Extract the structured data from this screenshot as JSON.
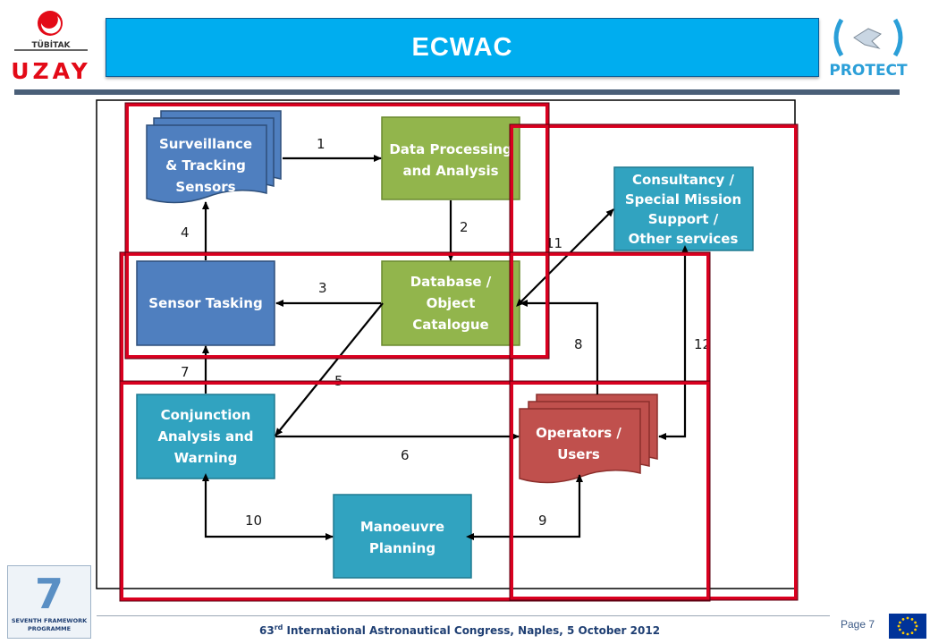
{
  "header": {
    "title": "ECWAC"
  },
  "logos": {
    "tubitak_top": "TÜBİTAK",
    "tubitak_main": "UZAY",
    "protect": "PROTECT",
    "fp7_line1": "SEVENTH FRAMEWORK",
    "fp7_line2": "PROGRAMME",
    "fp7_mark": "7"
  },
  "footer": {
    "conf_pre": "63",
    "conf_sup": "rd",
    "conf_post": " International Astronautical Congress, Naples, 5 October 2012",
    "page": "Page 7"
  },
  "colors": {
    "title_bar": "#00adef",
    "blue_box": "#4f7fbf",
    "green_box": "#92b54c",
    "teal_box": "#31a3c0",
    "red_box": "#c0504d",
    "highlight_frame": "#d9001f"
  },
  "nodes": {
    "surveillance": [
      "Surveillance",
      "& Tracking",
      "Sensors"
    ],
    "data_processing": [
      "Data Processing",
      "and Analysis"
    ],
    "consultancy": [
      "Consultancy /",
      "Special Mission",
      "Support /",
      "Other services"
    ],
    "sensor_tasking": [
      "Sensor Tasking"
    ],
    "database": [
      "Database /",
      "Object",
      "Catalogue"
    ],
    "conjunction": [
      "Conjunction",
      "Analysis and",
      "Warning"
    ],
    "operators": [
      "Operators /",
      "Users"
    ],
    "manoeuvre": [
      "Manoeuvre",
      "Planning"
    ]
  },
  "edges": {
    "e1": "1",
    "e2": "2",
    "e3": "3",
    "e4": "4",
    "e5": "5",
    "e6": "6",
    "e7": "7",
    "e8": "8",
    "e9": "9",
    "e10": "10",
    "e11": "11",
    "e12": "12"
  }
}
